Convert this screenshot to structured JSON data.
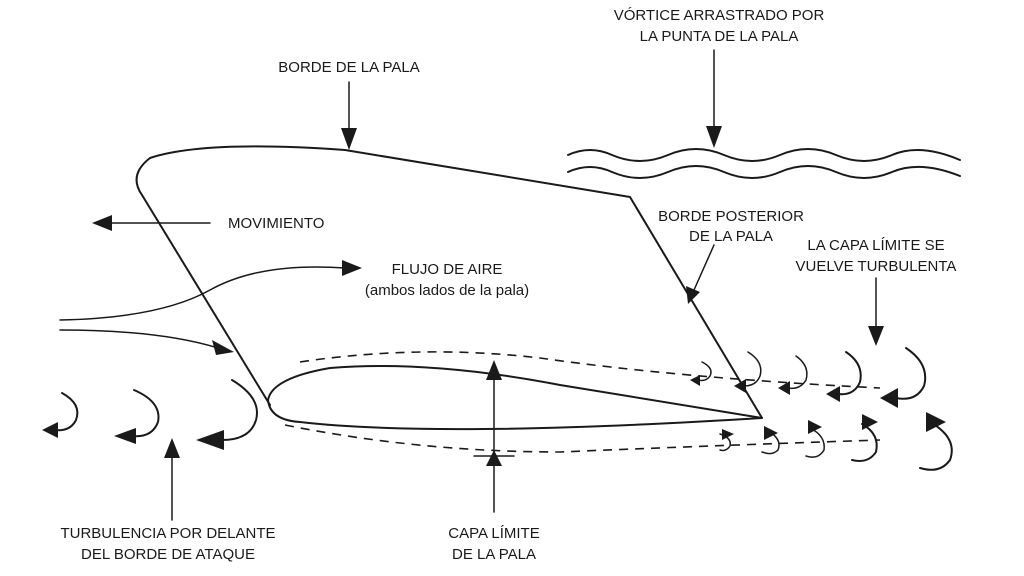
{
  "labels": {
    "vortex_line1": "VÓRTICE ARRASTRADO POR",
    "vortex_line2": "LA PUNTA DE LA PALA",
    "blade_edge": "BORDE DE LA PALA",
    "movement": "MOVIMIENTO",
    "trailing_line1": "BORDE POSTERIOR",
    "trailing_line2": "DE LA PALA",
    "turbulent_line1": "LA CAPA LÍMITE SE",
    "turbulent_line2": "VUELVE TURBULENTA",
    "airflow_line1": "FLUJO DE AIRE",
    "airflow_line2": "(ambos lados de la pala)",
    "leading_turb_line1": "TURBULENCIA POR DELANTE",
    "leading_turb_line2": "DEL BORDE DE ATAQUE",
    "boundary_line1": "CAPA LÍMITE",
    "boundary_line2": "DE LA PALA"
  },
  "colors": {
    "ink": "#1a1a1a",
    "background": "#ffffff"
  }
}
